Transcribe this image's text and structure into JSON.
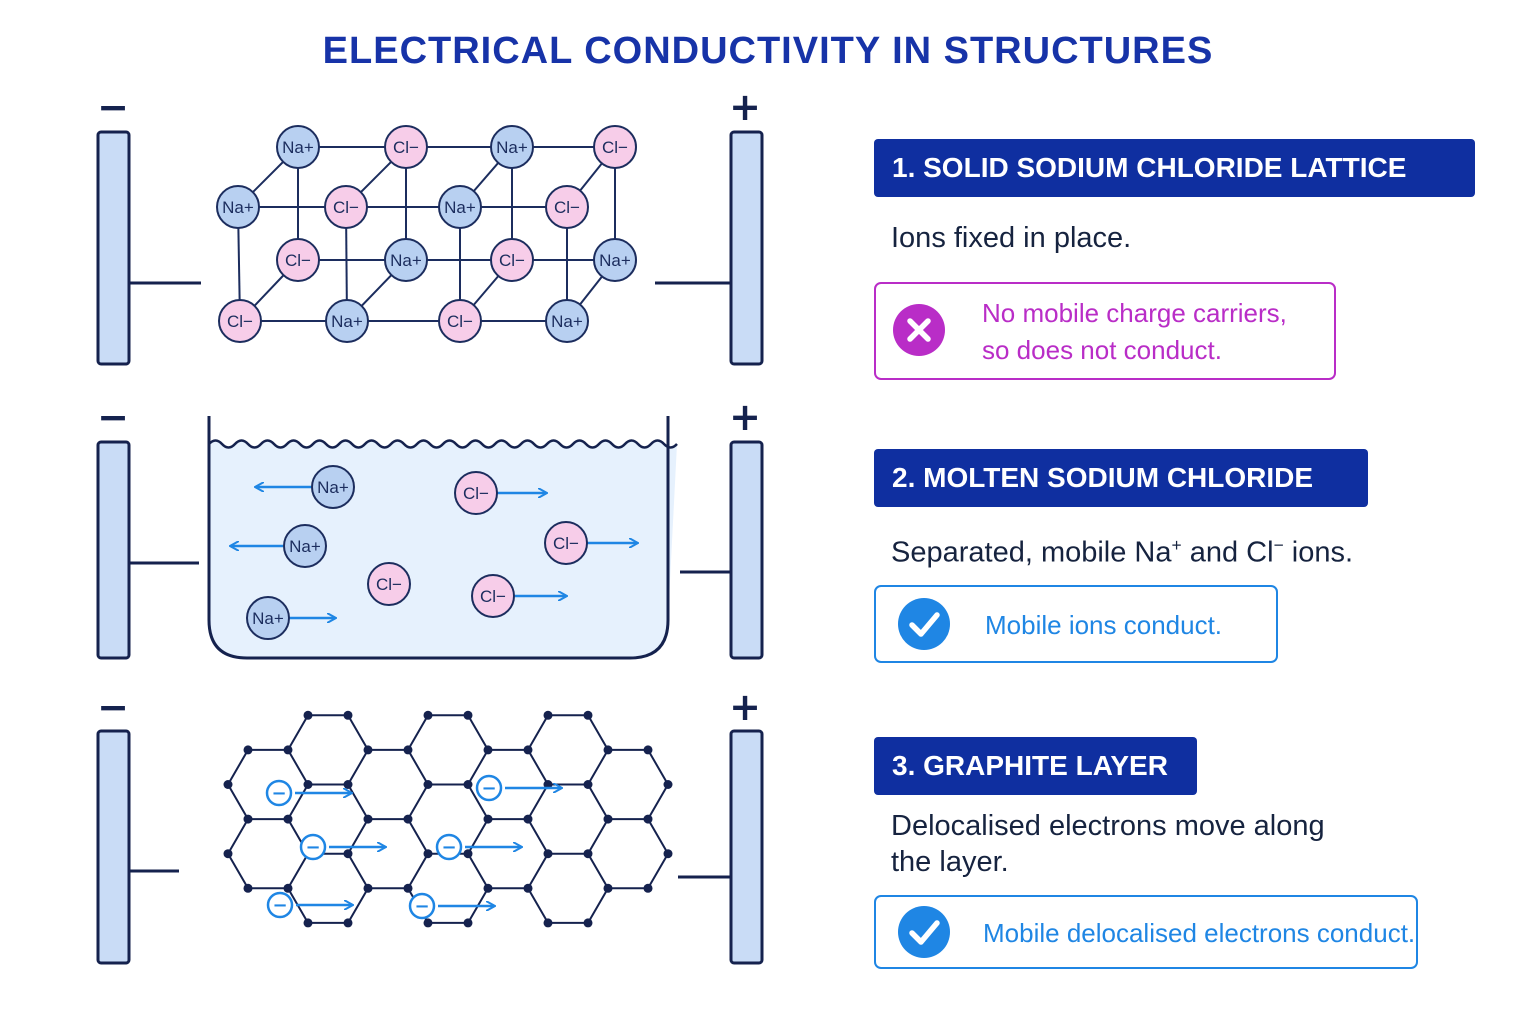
{
  "title": "ELECTRICAL CONDUCTIVITY IN STRUCTURES",
  "electrodes": {
    "negative": "−",
    "positive": "+"
  },
  "ions": {
    "sodium": "Na+",
    "chloride": "Cl−"
  },
  "electron_symbol": "−",
  "colors": {
    "title": "#1733a8",
    "header_bg": "#0f2fa0",
    "electrode_fill": "#c9dcf6",
    "ion_na": "#b8d0f1",
    "ion_cl": "#f7cde9",
    "arrow": "#1f86e4",
    "cross": "#b92dc7",
    "check": "#1f86e4",
    "liquid": "#e6f1fd",
    "graphite": "#15224e"
  },
  "sections": [
    {
      "header": "1. SOLID SODIUM CHLORIDE LATTICE",
      "description": "Ions fixed in place.",
      "result": {
        "status": "cross",
        "icon": "cross-icon",
        "lines": [
          "No mobile charge carriers,",
          "so does not conduct."
        ]
      }
    },
    {
      "header": "2. MOLTEN SODIUM CHLORIDE",
      "description": {
        "text1": "Separated, mobile Na",
        "sup1": "+",
        "text2": " and Cl",
        "sup2": "−",
        "text3": " ions."
      },
      "result": {
        "status": "check",
        "icon": "check-icon",
        "lines": [
          "Mobile ions conduct."
        ]
      }
    },
    {
      "header": "3. GRAPHITE LAYER",
      "description": [
        "Delocalised electrons move along",
        "the layer."
      ],
      "result": {
        "status": "check",
        "icon": "check-icon",
        "lines": [
          "Mobile delocalised electrons conduct."
        ]
      }
    }
  ]
}
